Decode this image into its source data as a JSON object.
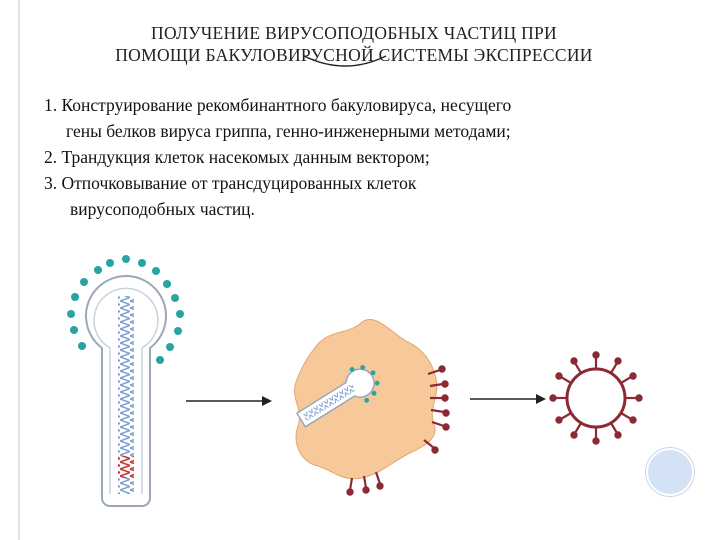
{
  "slide": {
    "title_line1": "ПОЛУЧЕНИЕ  ВИРУСОПОДОБНЫХ  ЧАСТИЦ  ПРИ",
    "title_line2": "ПОМОЩИ БАКУЛОВИРУСНОЙ СИСТЕМЫ ЭКСПРЕССИИ",
    "steps": [
      {
        "line1": "1. Конструирование рекомбинантного бакуловируса, несущего",
        "line2": "гены белков вируса гриппа, генно-инженерными методами;"
      },
      {
        "line1": "2. Трандукция клеток насекомых данным вектором;"
      },
      {
        "line1": "3. Отпочковывание от трансдуцированных клеток",
        "line2": "вирусоподобных частиц."
      }
    ]
  },
  "colors": {
    "teal_dots": "#2aa3a3",
    "helix_blue": "#7d9fd0",
    "helix_red": "#c93a3a",
    "cell_fill": "#f6c89a",
    "spike_color": "#8c2a34",
    "accent_circle": "#d4e2f6"
  }
}
